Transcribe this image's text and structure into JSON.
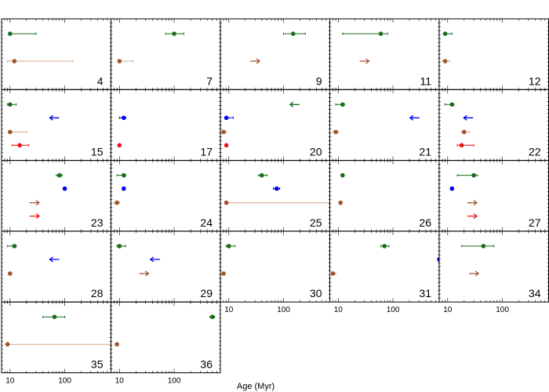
{
  "chart_data": {
    "type": "scatter",
    "title": "",
    "xlabel": "Age (Myr)",
    "ylabel": "",
    "x_scale": "log",
    "xlim": [
      7,
      700
    ],
    "x_ticks": [
      10,
      100
    ],
    "x_tick_labels": [
      "10",
      "100"
    ],
    "grid": false,
    "legend": "none",
    "colors": {
      "green": "#1a6e1a",
      "blue": "#0000ee",
      "brown": "#a0522d",
      "red": "#ee1111",
      "brown_bar": "#d9a88c"
    },
    "panels": [
      {
        "label": "4",
        "points": [
          {
            "row": 0,
            "color": "green",
            "x": 10,
            "xmin": 10,
            "xmax": 30
          },
          {
            "row": 2,
            "color": "brown",
            "x": 12,
            "xmin": 9,
            "xmax": 140
          }
        ]
      },
      {
        "label": "7",
        "points": [
          {
            "row": 0,
            "color": "green",
            "x": 100,
            "xmin": 70,
            "xmax": 150
          },
          {
            "row": 2,
            "color": "brown",
            "x": 10,
            "xmin": 10,
            "xmax": 18
          }
        ]
      },
      {
        "label": "9",
        "points": [
          {
            "row": 0,
            "color": "green",
            "x": 150,
            "xmin": 100,
            "xmax": 250
          },
          {
            "row": 2,
            "color": "brown",
            "x": 30,
            "arrow": "right"
          }
        ]
      },
      {
        "label": "11",
        "points": [
          {
            "row": 0,
            "color": "green",
            "x": 60,
            "xmin": 12,
            "xmax": 80
          },
          {
            "row": 2,
            "color": "brown",
            "x": 30,
            "arrow": "right"
          }
        ]
      },
      {
        "label": "12",
        "points": [
          {
            "row": 0,
            "color": "green",
            "x": 9,
            "xmin": 9,
            "xmax": 12
          },
          {
            "row": 2,
            "color": "brown",
            "x": 9,
            "xmin": 8,
            "xmax": 11
          }
        ]
      },
      {
        "label": "15",
        "points": [
          {
            "row": 0,
            "color": "green",
            "x": 10,
            "xmin": 9,
            "xmax": 13
          },
          {
            "row": 1,
            "color": "blue",
            "x": 65,
            "arrow": "left"
          },
          {
            "row": 2,
            "color": "brown",
            "x": 10,
            "xmin": 10,
            "xmax": 20
          },
          {
            "row": 3,
            "color": "red",
            "x": 15,
            "xmin": 11,
            "xmax": 22
          }
        ]
      },
      {
        "label": "17",
        "points": [
          {
            "row": 1,
            "color": "blue",
            "x": 12,
            "xmin": 10,
            "xmax": 13
          },
          {
            "row": 3,
            "color": "red",
            "x": 10
          }
        ]
      },
      {
        "label": "20",
        "points": [
          {
            "row": 0,
            "color": "green",
            "x": 160,
            "arrow": "left"
          },
          {
            "row": 1,
            "color": "blue",
            "x": 9,
            "xmin": 9,
            "xmax": 12
          },
          {
            "row": 2,
            "color": "brown",
            "x": 8,
            "xmin": 8,
            "xmax": 9
          },
          {
            "row": 3,
            "color": "red",
            "x": 9
          }
        ]
      },
      {
        "label": "21",
        "points": [
          {
            "row": 0,
            "color": "green",
            "x": 12,
            "xmin": 9,
            "xmax": 13
          },
          {
            "row": 1,
            "color": "blue",
            "x": 250,
            "arrow": "left"
          },
          {
            "row": 2,
            "color": "brown",
            "x": 9,
            "xmin": 8,
            "xmax": 10
          }
        ]
      },
      {
        "label": "22",
        "points": [
          {
            "row": 0,
            "color": "green",
            "x": 12,
            "xmin": 9,
            "xmax": 13
          },
          {
            "row": 1,
            "color": "blue",
            "x": 24,
            "arrow": "left"
          },
          {
            "row": 2,
            "color": "brown",
            "x": 20,
            "xmin": 18,
            "xmax": 25
          },
          {
            "row": 3,
            "color": "red",
            "x": 18,
            "xmin": 15,
            "xmax": 30
          }
        ]
      },
      {
        "label": "23",
        "points": [
          {
            "row": 0,
            "color": "green",
            "x": 80,
            "xmin": 70,
            "xmax": 90
          },
          {
            "row": 1,
            "color": "blue",
            "x": 100
          },
          {
            "row": 2,
            "color": "brown",
            "x": 28,
            "arrow": "right"
          },
          {
            "row": 3,
            "color": "red",
            "x": 28,
            "arrow": "right"
          }
        ]
      },
      {
        "label": "24",
        "points": [
          {
            "row": 0,
            "color": "green",
            "x": 12,
            "xmin": 9,
            "xmax": 13
          },
          {
            "row": 1,
            "color": "blue",
            "x": 12
          },
          {
            "row": 2,
            "color": "brown",
            "x": 9,
            "xmin": 8,
            "xmax": 10
          }
        ]
      },
      {
        "label": "25",
        "points": [
          {
            "row": 0,
            "color": "green",
            "x": 40,
            "xmin": 35,
            "xmax": 50
          },
          {
            "row": 1,
            "color": "blue",
            "x": 75,
            "xmin": 65,
            "xmax": 85
          },
          {
            "row": 2,
            "color": "brown",
            "x": 9,
            "xmin": 9,
            "xmax": 700
          }
        ]
      },
      {
        "label": "26",
        "points": [
          {
            "row": 0,
            "color": "green",
            "x": 12
          },
          {
            "row": 2,
            "color": "brown",
            "x": 11
          }
        ]
      },
      {
        "label": "27",
        "points": [
          {
            "row": 0,
            "color": "green",
            "x": 30,
            "xmin": 15,
            "xmax": 35
          },
          {
            "row": 1,
            "color": "blue",
            "x": 12
          },
          {
            "row": 2,
            "color": "brown",
            "x": 28,
            "arrow": "right"
          },
          {
            "row": 3,
            "color": "red",
            "x": 28,
            "arrow": "right"
          }
        ]
      },
      {
        "label": "28",
        "points": [
          {
            "row": 0,
            "color": "green",
            "x": 12,
            "xmin": 9,
            "xmax": 13
          },
          {
            "row": 1,
            "color": "blue",
            "x": 65,
            "arrow": "left"
          },
          {
            "row": 2,
            "color": "brown",
            "x": 10
          }
        ]
      },
      {
        "label": "29",
        "points": [
          {
            "row": 0,
            "color": "green",
            "x": 10,
            "xmin": 9,
            "xmax": 13
          },
          {
            "row": 1,
            "color": "blue",
            "x": 45,
            "arrow": "left"
          },
          {
            "row": 2,
            "color": "brown",
            "x": 28,
            "arrow": "right"
          }
        ]
      },
      {
        "label": "30",
        "points": [
          {
            "row": 0,
            "color": "green",
            "x": 10,
            "xmin": 9,
            "xmax": 13
          },
          {
            "row": 2,
            "color": "brown",
            "x": 8
          }
        ]
      },
      {
        "label": "31",
        "points": [
          {
            "row": 0,
            "color": "green",
            "x": 70,
            "xmin": 60,
            "xmax": 85
          },
          {
            "row": 1,
            "color": "blue",
            "x": 700
          },
          {
            "row": 2,
            "color": "brown",
            "x": 8,
            "xmin": 7,
            "xmax": 9
          }
        ]
      },
      {
        "label": "34",
        "points": [
          {
            "row": 0,
            "color": "green",
            "x": 45,
            "xmin": 18,
            "xmax": 70
          },
          {
            "row": 2,
            "color": "brown",
            "x": 30,
            "arrow": "right"
          }
        ]
      },
      {
        "label": "35",
        "points": [
          {
            "row": 0,
            "color": "green",
            "x": 65,
            "xmin": 40,
            "xmax": 100
          },
          {
            "row": 2,
            "color": "brown",
            "x": 9,
            "xmin": 9,
            "xmax": 700
          }
        ]
      },
      {
        "label": "36",
        "points": [
          {
            "row": 0,
            "color": "green",
            "x": 500,
            "xmin": 450,
            "xmax": 550
          },
          {
            "row": 2,
            "color": "brown",
            "x": 9
          }
        ]
      }
    ]
  }
}
